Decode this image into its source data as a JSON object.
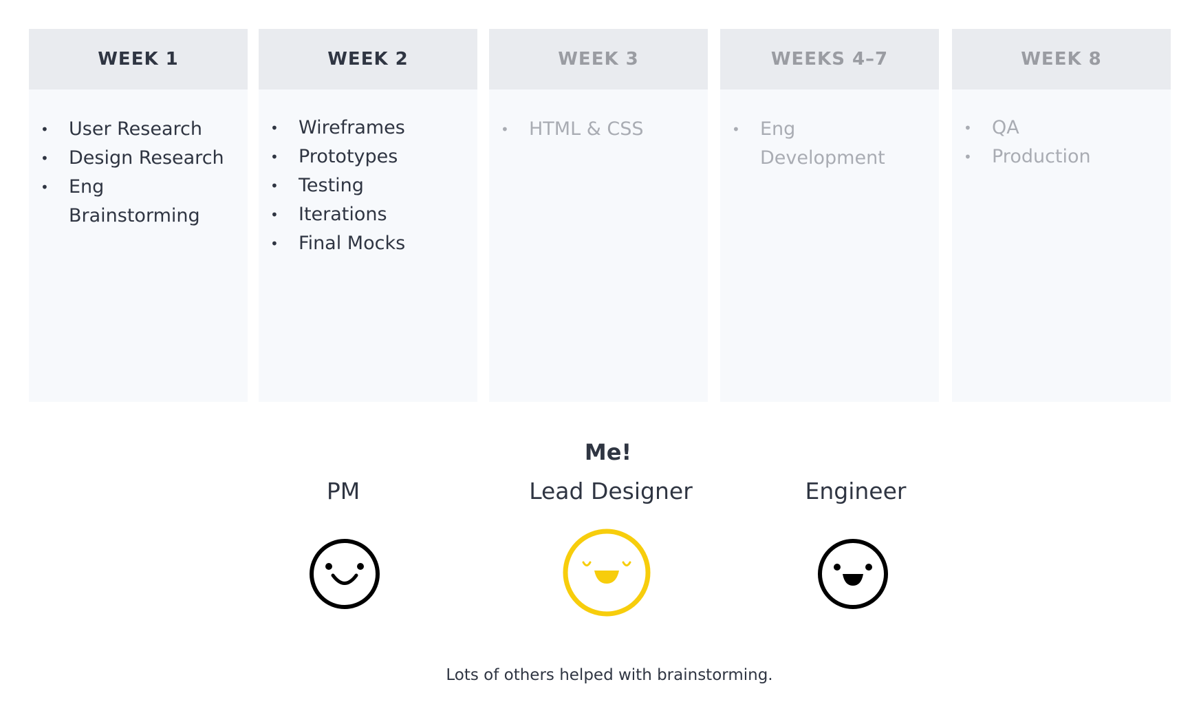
{
  "weeks": [
    {
      "title": "WEEK 1",
      "items": [
        "User Research",
        "Design Research",
        "Eng",
        "Brainstorming"
      ]
    },
    {
      "title": "WEEK 2",
      "items": [
        "Wireframes",
        "Prototypes",
        "Testing",
        "Iterations",
        "Final Mocks"
      ]
    },
    {
      "title": "WEEK 3",
      "items": [
        "HTML & CSS"
      ]
    },
    {
      "title": "WEEKS 4–7",
      "items": [
        "Eng",
        "Development"
      ]
    },
    {
      "title": "WEEK 8",
      "items": [
        "QA",
        "Production"
      ]
    }
  ],
  "bullet": "•",
  "team": {
    "me_label": "Me!",
    "pm": {
      "label": "PM",
      "icon": "smiley-face-icon"
    },
    "lead": {
      "label": "Lead Designer",
      "icon": "happy-face-icon",
      "color": "#f7cd0c"
    },
    "engineer": {
      "label": "Engineer",
      "icon": "grinning-face-icon"
    }
  },
  "footnote": "Lots of others helped with brainstorming.",
  "colors": {
    "header_bg": "#e9ebef",
    "column_bg": "#f7f9fc",
    "active_text": "#2f3542",
    "inactive_text": "#a9acb3",
    "accent_yellow": "#f7cd0c"
  }
}
